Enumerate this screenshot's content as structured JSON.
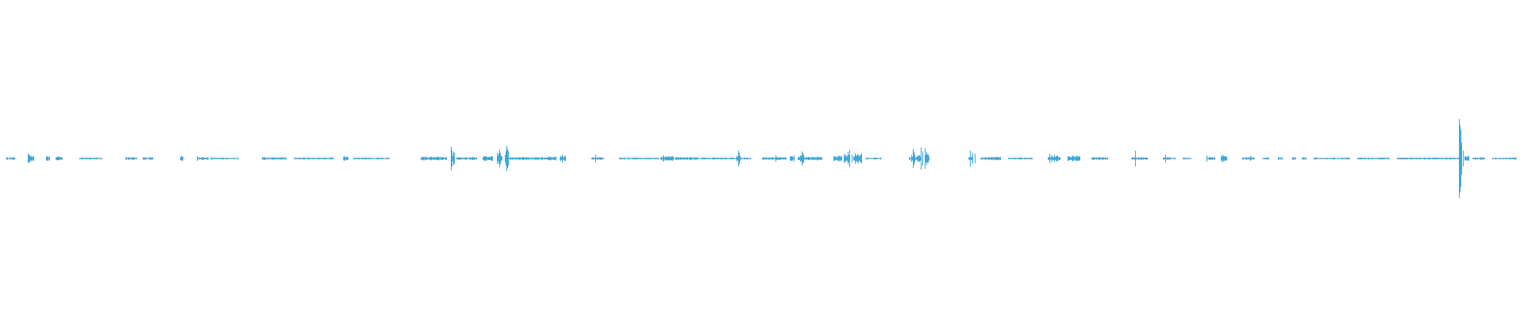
{
  "waveform": {
    "color": "#3fa7dc",
    "duration_s": 1920,
    "peak_scale": 1.0,
    "baseline_noise": 0.02,
    "segments": [
      [
        8,
        18,
        0.03
      ],
      [
        35,
        42,
        0.08
      ],
      [
        58,
        62,
        0.05
      ],
      [
        70,
        78,
        0.04
      ],
      [
        100,
        128,
        0.02
      ],
      [
        158,
        172,
        0.03
      ],
      [
        180,
        192,
        0.03
      ],
      [
        227,
        230,
        0.05
      ],
      [
        248,
        262,
        0.03
      ],
      [
        265,
        300,
        0.02
      ],
      [
        330,
        360,
        0.03
      ],
      [
        370,
        420,
        0.02
      ],
      [
        432,
        438,
        0.05
      ],
      [
        445,
        490,
        0.02
      ],
      [
        530,
        562,
        0.04
      ],
      [
        568,
        572,
        0.15
      ],
      [
        575,
        600,
        0.03
      ],
      [
        608,
        620,
        0.05
      ],
      [
        626,
        632,
        0.12
      ],
      [
        636,
        640,
        0.16
      ],
      [
        640,
        690,
        0.03
      ],
      [
        690,
        700,
        0.05
      ],
      [
        705,
        712,
        0.06
      ],
      [
        745,
        760,
        0.03
      ],
      [
        780,
        830,
        0.02
      ],
      [
        832,
        848,
        0.05
      ],
      [
        850,
        880,
        0.03
      ],
      [
        882,
        945,
        0.02
      ],
      [
        928,
        932,
        0.09
      ],
      [
        960,
        990,
        0.03
      ],
      [
        995,
        1000,
        0.07
      ],
      [
        1005,
        1030,
        0.04
      ],
      [
        1008,
        1012,
        0.08
      ],
      [
        1030,
        1035,
        0.05
      ],
      [
        1050,
        1060,
        0.06
      ],
      [
        1063,
        1070,
        0.1
      ],
      [
        1075,
        1085,
        0.12
      ],
      [
        1090,
        1110,
        0.02
      ],
      [
        1145,
        1160,
        0.03
      ],
      [
        1165,
        1170,
        0.06
      ],
      [
        1075,
        1080,
        0.06
      ],
      [
        1235,
        1240,
        0.03
      ],
      [
        1245,
        1260,
        0.04
      ],
      [
        1148,
        1152,
        0.08
      ],
      [
        1155,
        1160,
        0.12
      ],
      [
        1165,
        1170,
        0.12
      ],
      [
        1220,
        1225,
        0.05
      ],
      [
        1235,
        1245,
        0.03
      ],
      [
        1270,
        1300,
        0.02
      ],
      [
        1320,
        1335,
        0.05
      ],
      [
        1345,
        1360,
        0.06
      ],
      [
        1375,
        1395,
        0.03
      ],
      [
        1425,
        1445,
        0.03
      ],
      [
        1465,
        1480,
        0.03
      ],
      [
        1490,
        1500,
        0.02
      ],
      [
        1520,
        1530,
        0.03
      ],
      [
        1538,
        1545,
        0.06
      ],
      [
        1565,
        1580,
        0.03
      ],
      [
        1590,
        1598,
        0.02
      ],
      [
        1610,
        1615,
        0.03
      ],
      [
        1628,
        1632,
        0.03
      ],
      [
        1640,
        1645,
        0.03
      ],
      [
        1655,
        1700,
        0.02
      ],
      [
        1710,
        1750,
        0.02
      ],
      [
        1760,
        1840,
        0.02
      ],
      [
        1845,
        1850,
        0.06
      ],
      [
        1855,
        1870,
        0.03
      ],
      [
        1880,
        1910,
        0.02
      ]
    ],
    "spikes": [
      [
        8,
        0.04
      ],
      [
        35,
        0.12
      ],
      [
        36,
        0.08
      ],
      [
        60,
        0.06
      ],
      [
        228,
        0.07
      ],
      [
        248,
        0.06
      ],
      [
        433,
        0.06
      ],
      [
        568,
        0.3
      ],
      [
        569,
        0.2
      ],
      [
        610,
        0.06
      ],
      [
        629,
        0.22
      ],
      [
        630,
        0.14
      ],
      [
        638,
        0.32
      ],
      [
        639,
        0.24
      ],
      [
        640,
        0.18
      ],
      [
        708,
        0.1
      ],
      [
        750,
        0.1
      ],
      [
        835,
        0.08
      ],
      [
        930,
        0.2
      ],
      [
        931,
        0.14
      ],
      [
        977,
        0.08
      ],
      [
        1010,
        0.18
      ],
      [
        1011,
        0.12
      ],
      [
        1012,
        0.1
      ],
      [
        1068,
        0.16
      ],
      [
        1070,
        0.22
      ],
      [
        1073,
        0.1
      ],
      [
        1077,
        0.14
      ],
      [
        1150,
        0.24
      ],
      [
        1151,
        0.16
      ],
      [
        1160,
        0.28
      ],
      [
        1162,
        0.18
      ],
      [
        1165,
        0.26
      ],
      [
        1167,
        0.16
      ],
      [
        1222,
        0.2
      ],
      [
        1225,
        0.14
      ],
      [
        1228,
        0.12
      ],
      [
        1322,
        0.12
      ],
      [
        1324,
        0.08
      ],
      [
        1326,
        0.06
      ],
      [
        1328,
        0.1
      ],
      [
        1330,
        0.06
      ],
      [
        1332,
        0.08
      ],
      [
        1430,
        0.2
      ],
      [
        1468,
        0.1
      ],
      [
        1520,
        0.08
      ],
      [
        1540,
        0.1
      ],
      [
        1575,
        0.06
      ],
      [
        1838,
        1.0
      ],
      [
        1839,
        0.85
      ],
      [
        1840,
        0.72
      ],
      [
        1841,
        0.4
      ],
      [
        1843,
        0.2
      ]
    ]
  }
}
